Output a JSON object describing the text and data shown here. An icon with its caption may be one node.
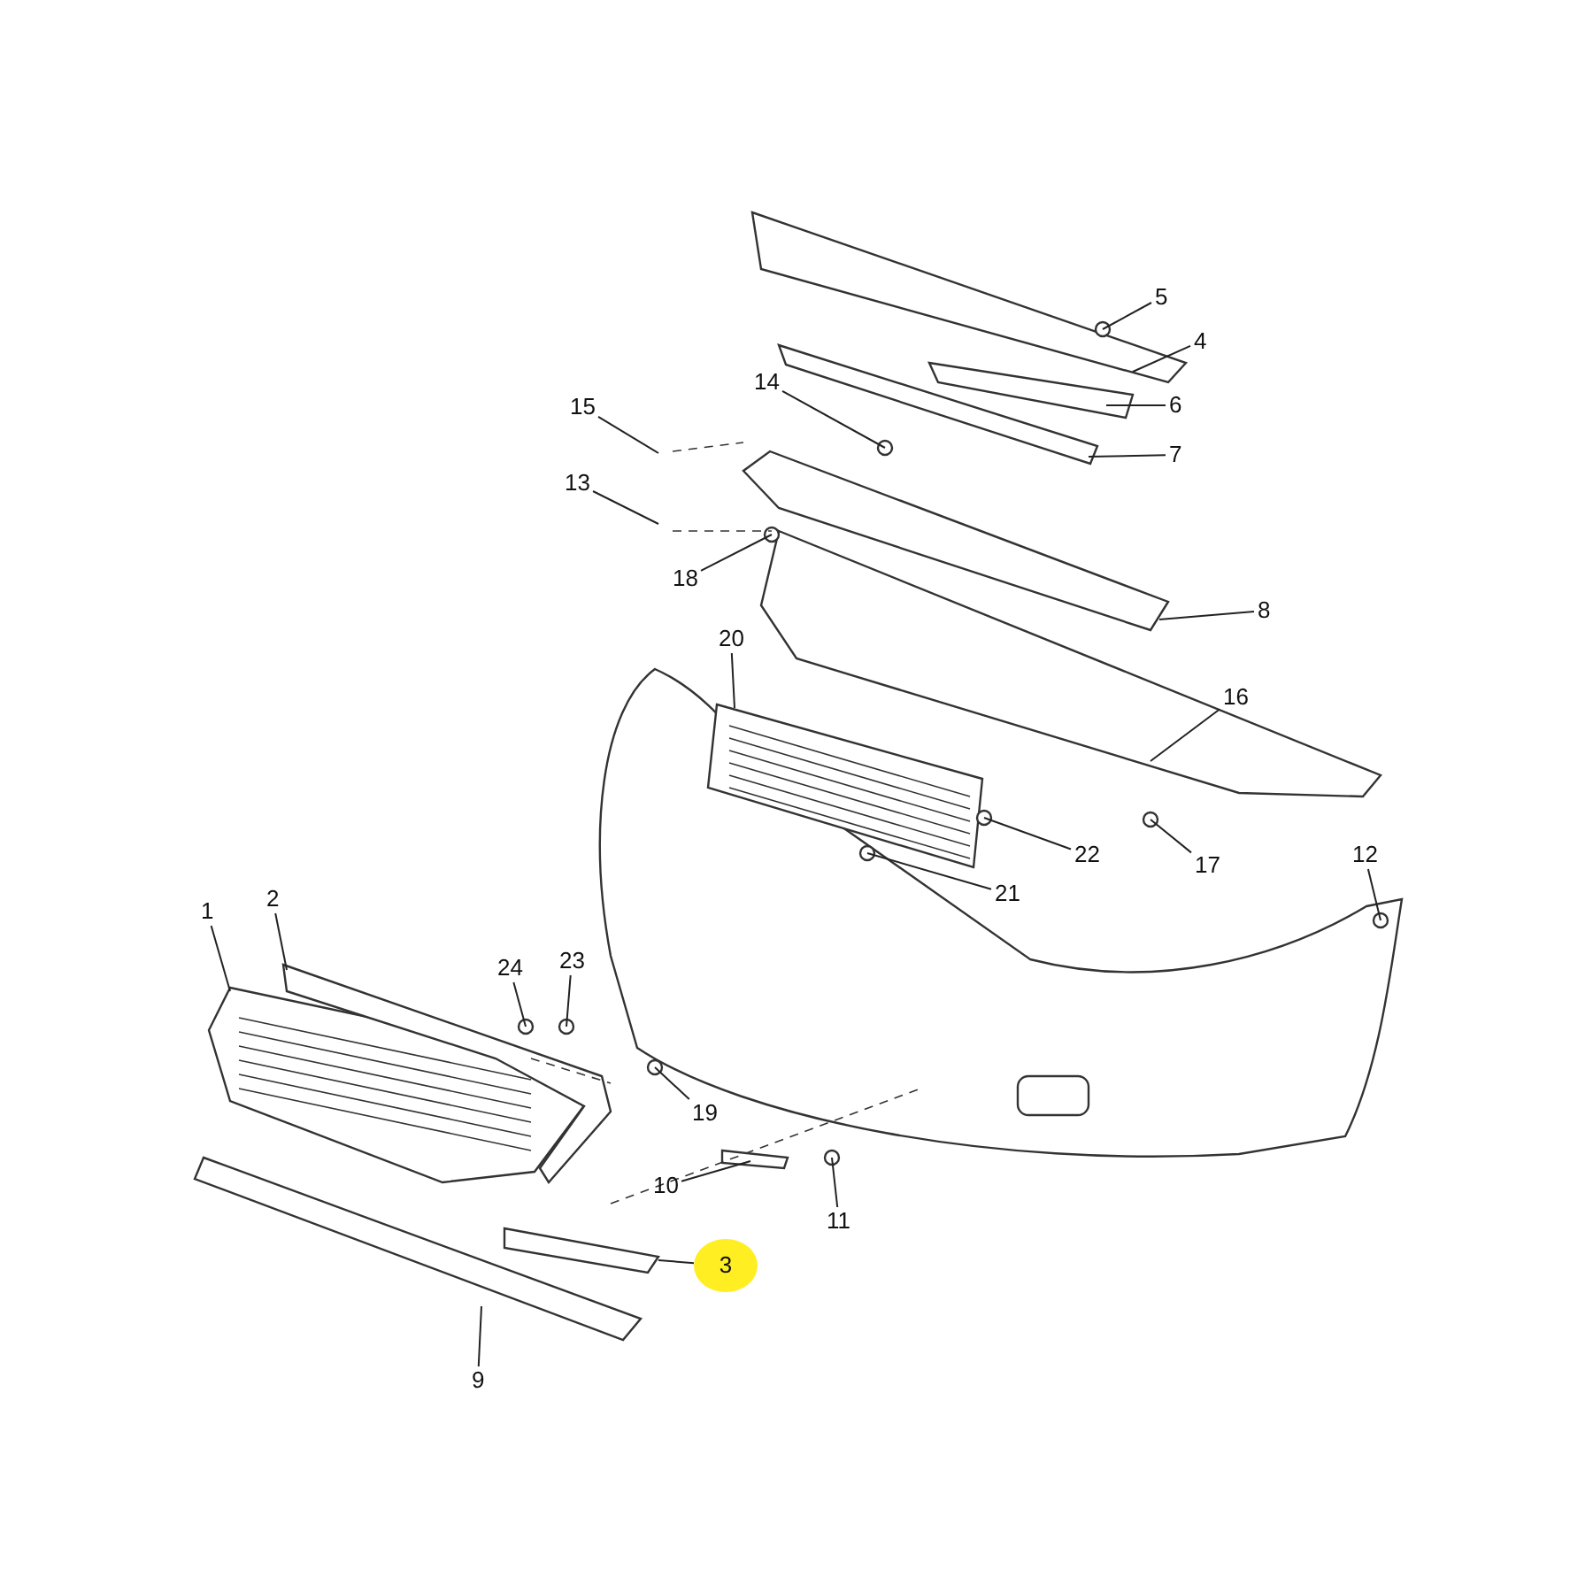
{
  "diagram": {
    "nodes": [
      {
        "text": [
          "5"
        ]
      },
      {
        "text": [
          "4"
        ]
      },
      {
        "text": [
          "14"
        ]
      },
      {
        "text": [
          "6"
        ]
      },
      {
        "text": [
          "15"
        ]
      },
      {
        "text": [
          "7"
        ]
      },
      {
        "text": [
          "13"
        ]
      },
      {
        "text": [
          "18"
        ]
      },
      {
        "text": [
          "8"
        ]
      },
      {
        "text": [
          "20"
        ]
      },
      {
        "text": [
          "16"
        ]
      },
      {
        "text": [
          "17"
        ]
      },
      {
        "text": [
          "22"
        ]
      },
      {
        "text": [
          "12"
        ]
      },
      {
        "text": [
          "21"
        ]
      },
      {
        "text": [
          "1"
        ]
      },
      {
        "text": [
          "2"
        ]
      },
      {
        "text": [
          "24"
        ]
      },
      {
        "text": [
          "23"
        ]
      },
      {
        "text": [
          "19"
        ]
      },
      {
        "text": [
          "10"
        ]
      },
      {
        "text": [
          "11"
        ]
      },
      {
        "text": [
          "3"
        ]
      },
      {
        "text": [
          "9"
        ]
      }
    ],
    "edges": [
      {
        "from": 0,
        "to": null,
        "arrow": "none"
      },
      {
        "from": 1,
        "to": null,
        "arrow": "none"
      },
      {
        "from": 2,
        "to": null,
        "arrow": "none"
      },
      {
        "from": 3,
        "to": null,
        "arrow": "none"
      },
      {
        "from": 4,
        "to": null,
        "arrow": "none"
      },
      {
        "from": 5,
        "to": null,
        "arrow": "none"
      },
      {
        "from": 6,
        "to": null,
        "arrow": "none"
      },
      {
        "from": 7,
        "to": null,
        "arrow": "none"
      },
      {
        "from": 8,
        "to": null,
        "arrow": "none"
      },
      {
        "from": 9,
        "to": null,
        "arrow": "none"
      },
      {
        "from": 10,
        "to": null,
        "arrow": "none"
      },
      {
        "from": 11,
        "to": null,
        "arrow": "none"
      },
      {
        "from": 12,
        "to": null,
        "arrow": "none"
      },
      {
        "from": 13,
        "to": null,
        "arrow": "none"
      },
      {
        "from": 14,
        "to": null,
        "arrow": "none"
      },
      {
        "from": 15,
        "to": null,
        "arrow": "none"
      },
      {
        "from": 16,
        "to": null,
        "arrow": "none"
      },
      {
        "from": 17,
        "to": null,
        "arrow": "none"
      },
      {
        "from": 18,
        "to": null,
        "arrow": "none"
      },
      {
        "from": 19,
        "to": null,
        "arrow": "none"
      },
      {
        "from": 20,
        "to": null,
        "arrow": "none"
      },
      {
        "from": 21,
        "to": null,
        "arrow": "none"
      },
      {
        "from": 22,
        "to": null,
        "arrow": "none"
      },
      {
        "from": 23,
        "to": null,
        "arrow": "none"
      }
    ]
  }
}
